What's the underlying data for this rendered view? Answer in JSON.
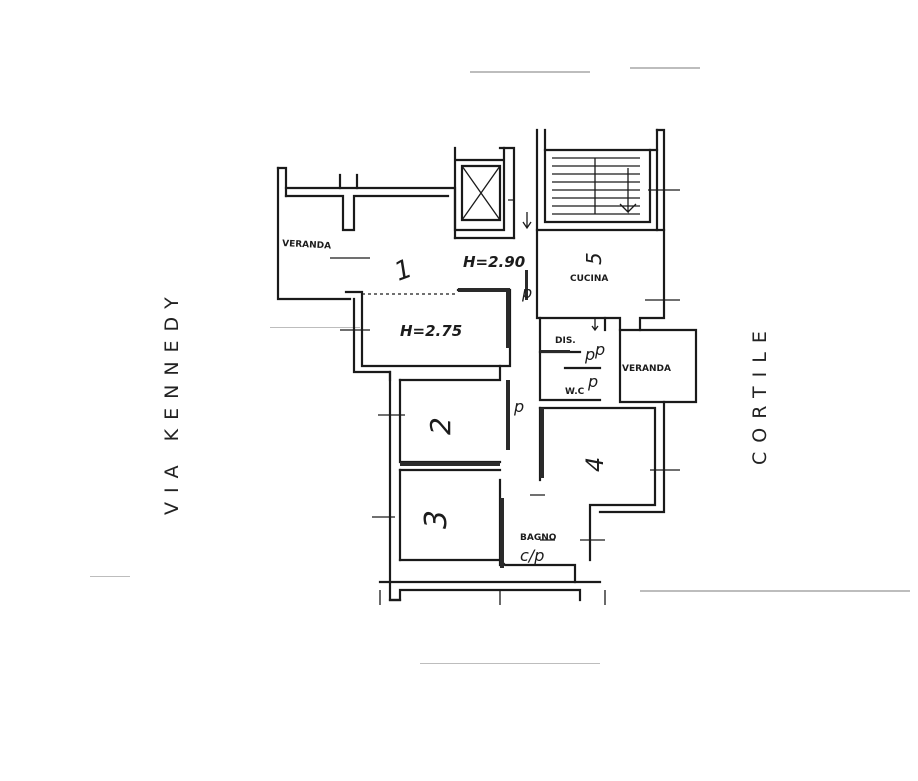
{
  "street": "VIA KENNEDY",
  "courtyard": "CORTILE",
  "heights": [
    "H=2.90",
    "H=2.75"
  ],
  "rooms": {
    "room_1": "1",
    "room_2": "2",
    "room_3": "3",
    "room_4": "4",
    "room_5": "5",
    "cucina": "CUCINA",
    "veranda_left": "VERANDA",
    "veranda_right": "VERANDA",
    "disimpegno": "DIS.",
    "wc": "W.C",
    "bagno": "BAGNO"
  },
  "floor_codes": [
    "p",
    "p",
    "p",
    "p",
    "p",
    "c/p"
  ]
}
